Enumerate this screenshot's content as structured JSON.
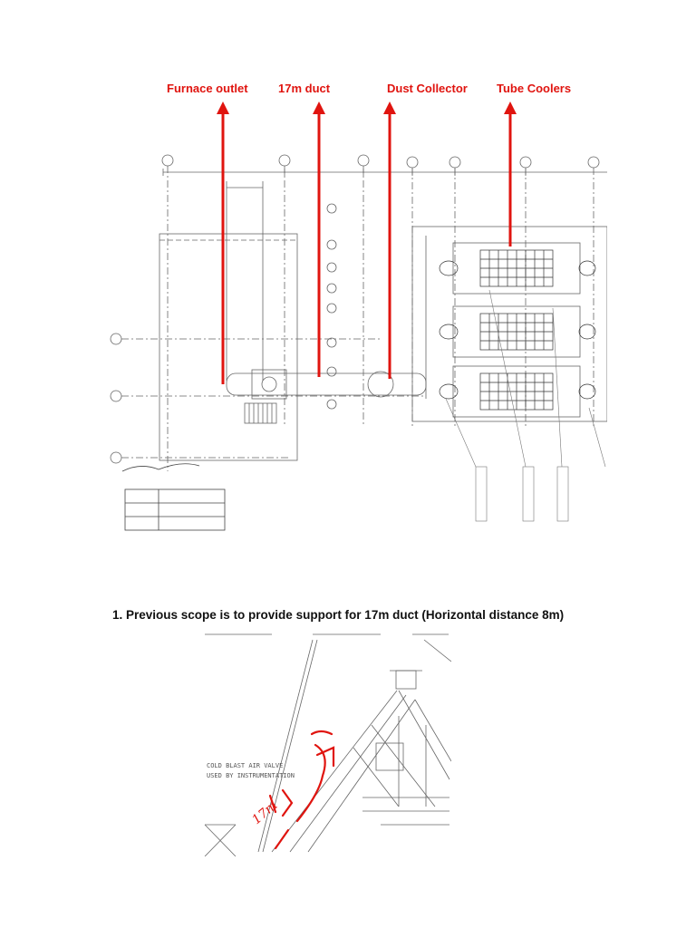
{
  "callouts": {
    "furnace_outlet": "Furnace outlet",
    "duct_17m": "17m duct",
    "dust_collector": "Dust Collector",
    "tube_coolers": "Tube Coolers"
  },
  "caption": "1. Previous scope is to provide support for 17m duct (Horizontal distance 8m)",
  "drawing2": {
    "note_line1": "COLD BLAST AIR VALVE",
    "note_line2": "USED BY INSTRUMENTATION",
    "handwritten": "17m"
  },
  "colors": {
    "callout_red": "#e0140f",
    "line": "#555555"
  }
}
